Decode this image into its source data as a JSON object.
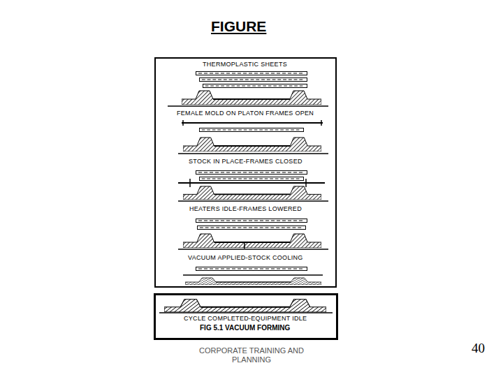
{
  "diagram": {
    "title": "FIGURE",
    "caption": "FIG 5.1 VACUUM FORMING",
    "labels": [
      "THERMOPLASTIC SHEETS",
      "FEMALE MOLD ON PLATON FRAMES OPEN",
      "STOCK IN PLACE-FRAMES CLOSED",
      "HEATERS IDLE-FRAMES LOWERED",
      "VACUUM APPLIED-STOCK COOLING",
      "CYCLE COMPLETED-EQUIPMENT IDLE",
      "CORPORATE TRAINING AND PLANNING",
      "40"
    ]
  }
}
